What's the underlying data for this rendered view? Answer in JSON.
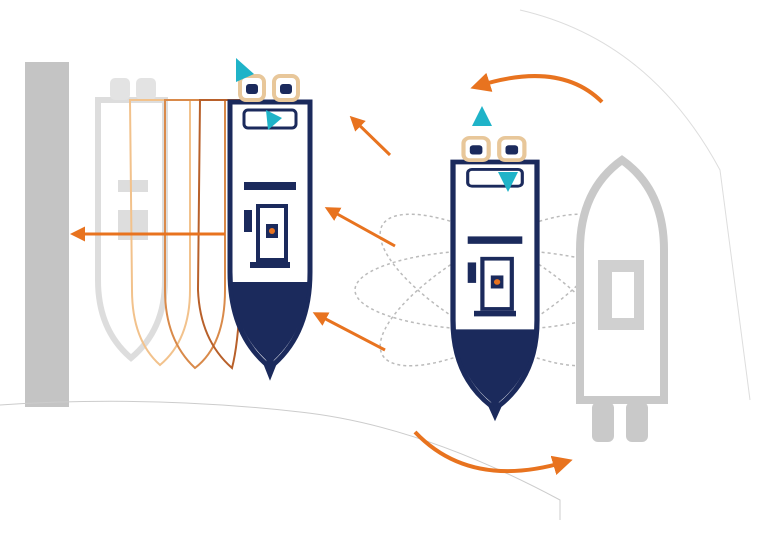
{
  "diagram": {
    "colors": {
      "navy": "#1b2a5c",
      "orange": "#e8731f",
      "cyan": "#1fb3c8",
      "grey": "#c9c9c9",
      "dock": "#c4c4c4",
      "ghost_orange_light": "#f2c28c",
      "ghost_orange_mid": "#d98a4a",
      "ghost_orange_dark": "#b8602a"
    },
    "icons": [
      "boat-navy",
      "boat-grey",
      "direction-arrow",
      "curved-arrow",
      "bow-thruster-triangle"
    ]
  }
}
